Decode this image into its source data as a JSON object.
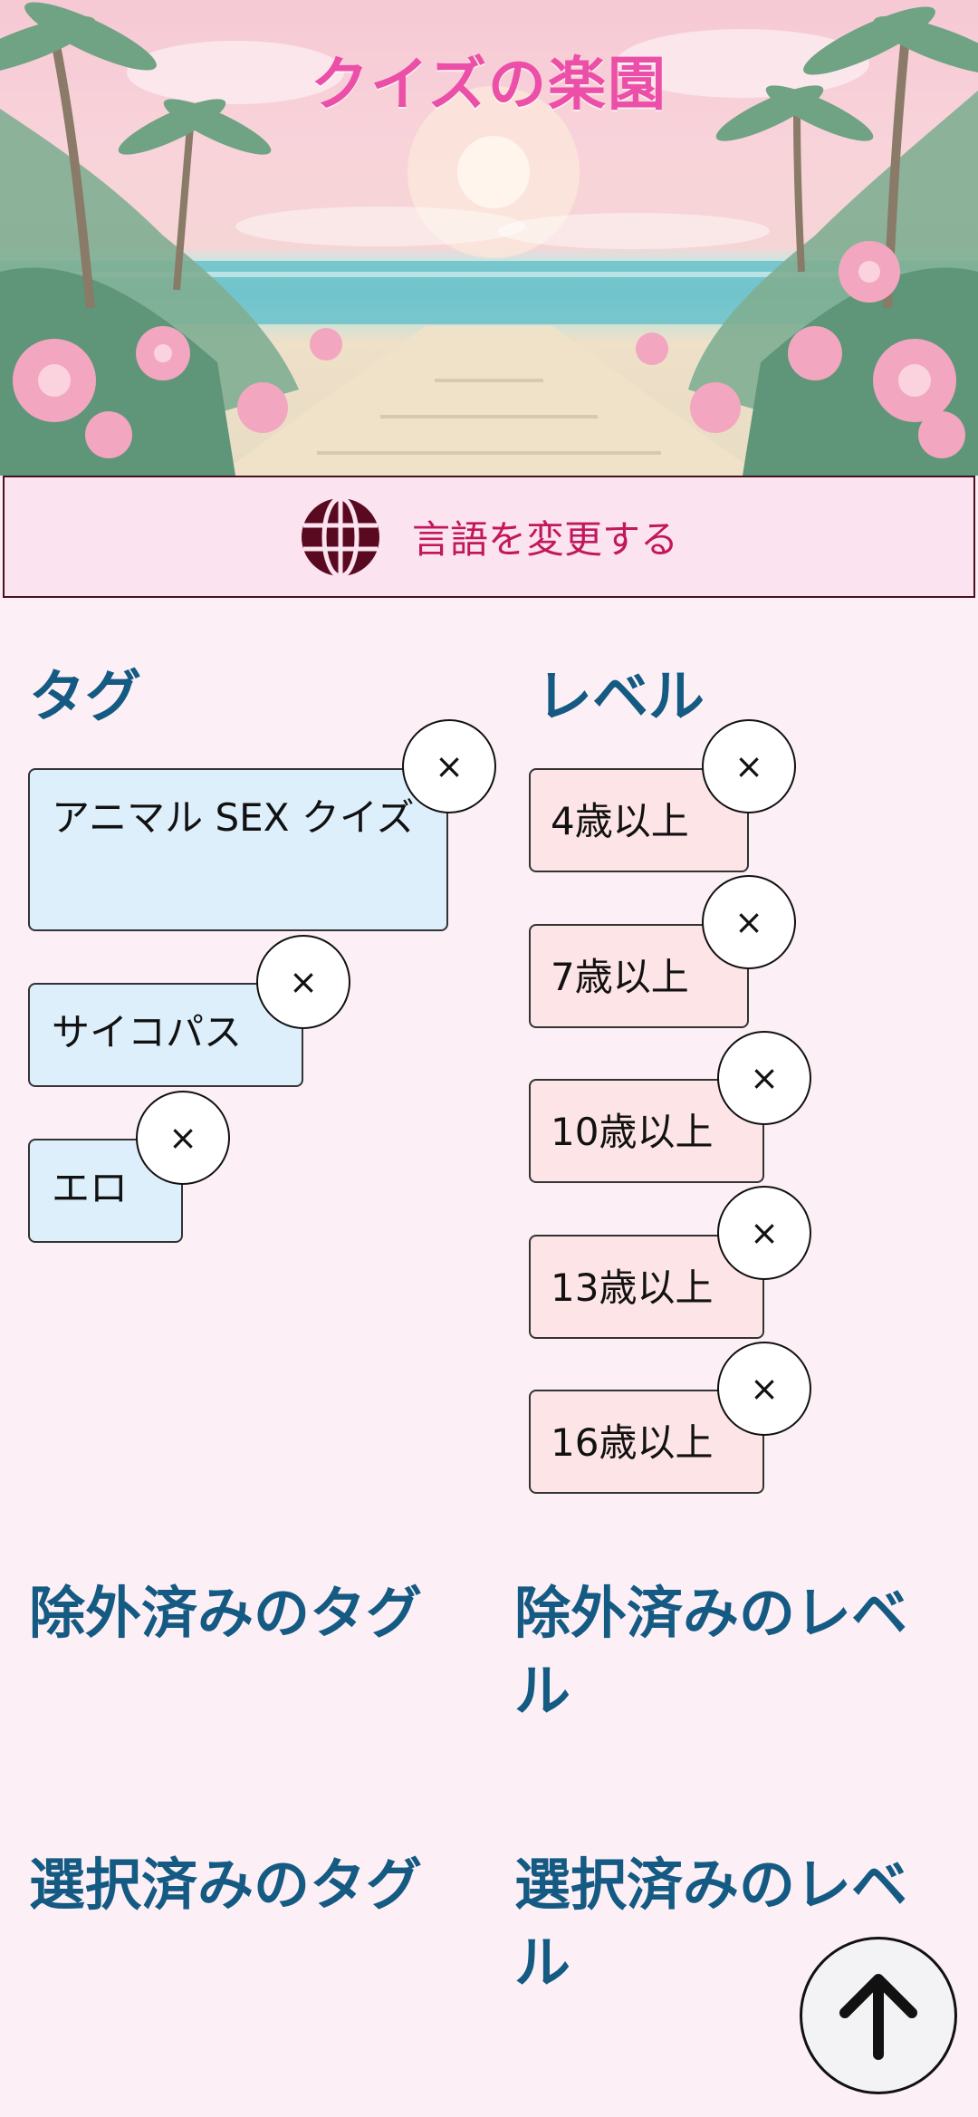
{
  "hero": {
    "title": "クイズの楽園"
  },
  "language": {
    "label": "言語を変更する",
    "icon": "globe-icon"
  },
  "tags": {
    "heading": "タグ",
    "items": [
      {
        "label": "アニマル SEX クイズ"
      },
      {
        "label": "サイコパス"
      },
      {
        "label": "エロ"
      }
    ],
    "remove_symbol": "×"
  },
  "levels": {
    "heading": "レベル",
    "items": [
      {
        "label": "4歳以上"
      },
      {
        "label": "7歳以上"
      },
      {
        "label": "10歳以上"
      },
      {
        "label": "13歳以上"
      },
      {
        "label": "16歳以上"
      }
    ],
    "remove_symbol": "×"
  },
  "excluded": {
    "tags_heading": "除外済みのタグ",
    "levels_heading": "除外済みのレベル"
  },
  "selected": {
    "tags_heading": "選択済みのタグ",
    "levels_heading": "選択済みのレベル"
  },
  "colors": {
    "heading": "#145a82",
    "title": "#ec4fa7",
    "language_text": "#c2185b",
    "tag_chip": "#ddeffb",
    "level_chip": "#fde4e6",
    "background": "#fcf0f6"
  },
  "scroll_top": {
    "icon": "arrow-up-icon"
  }
}
